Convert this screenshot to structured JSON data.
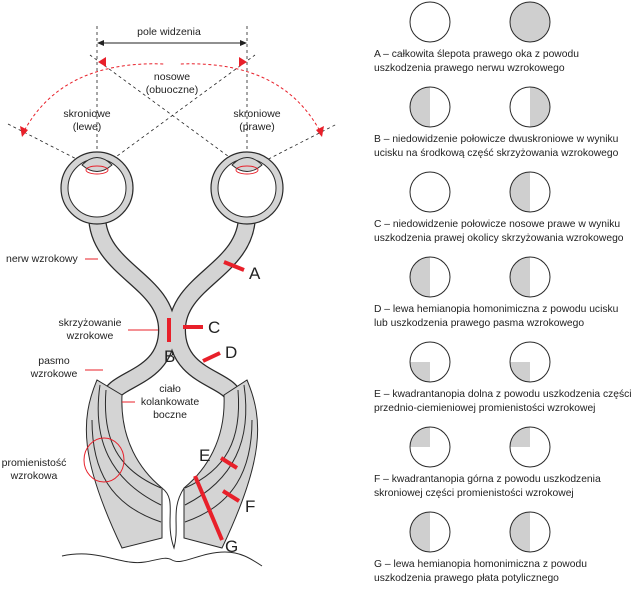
{
  "labels": {
    "field": "pole widzenia",
    "nasal_1": "nosowe",
    "nasal_2": "(obuoczne)",
    "temporal_left_1": "skroniowe",
    "temporal_left_2": "(lewe)",
    "temporal_right_1": "skroniowe",
    "temporal_right_2": "(prawe)",
    "optic_nerve": "nerw wzrokowy",
    "chiasm_1": "skrzyżowanie",
    "chiasm_2": "wzrokowe",
    "tract_1": "pasmo",
    "tract_2": "wzrokowe",
    "lgn_1": "ciało",
    "lgn_2": "kolankowate",
    "lgn_3": "boczne",
    "radiation_1": "promienistość",
    "radiation_2": "wzrokowa"
  },
  "colors": {
    "tissue": "#d4d4d4",
    "outline": "#2a2a2a",
    "lesion": "#e8202a",
    "field_loss": "#cfcfcf"
  },
  "lesions": [
    {
      "id": "A",
      "letter": "A",
      "left_eye": "none",
      "right_eye": "full",
      "line1": "A – całkowita ślepota prawego oka z powodu",
      "line2": "uszkodzenia prawego nerwu wzrokowego"
    },
    {
      "id": "B",
      "letter": "B",
      "left_eye": "left-half",
      "right_eye": "right-half",
      "line1": "B – niedowidzenie połowicze dwuskroniowe w wyniku",
      "line2": "ucisku na środkową część skrzyżowania wzrokowego"
    },
    {
      "id": "C",
      "letter": "C",
      "left_eye": "none",
      "right_eye": "left-half",
      "line1": "C – niedowidzenie połowicze nosowe prawe w wyniku",
      "line2": "uszkodzenia prawej okolicy skrzyżowania wzrokowego"
    },
    {
      "id": "D",
      "letter": "D",
      "left_eye": "left-half",
      "right_eye": "left-half",
      "line1": "D – lewa hemianopia homonimiczna z powodu ucisku",
      "line2": "lub uszkodzenia prawego pasma wzrokowego"
    },
    {
      "id": "E",
      "letter": "E",
      "left_eye": "lower-left",
      "right_eye": "lower-left",
      "line1": "E – kwadrantanopia dolna z powodu uszkodzenia części",
      "line2": "przednio-ciemieniowej promienistości wzrokowej"
    },
    {
      "id": "F",
      "letter": "F",
      "left_eye": "upper-left",
      "right_eye": "upper-left",
      "line1": "F – kwadrantanopia górna z powodu uszkodzenia",
      "line2": "skroniowej części promienistości wzrokowej"
    },
    {
      "id": "G",
      "letter": "G",
      "left_eye": "left-half",
      "right_eye": "left-half",
      "line1": "G – lewa hemianopia homonimiczna z powodu",
      "line2": "uszkodzenia prawego płata potylicznego"
    }
  ]
}
